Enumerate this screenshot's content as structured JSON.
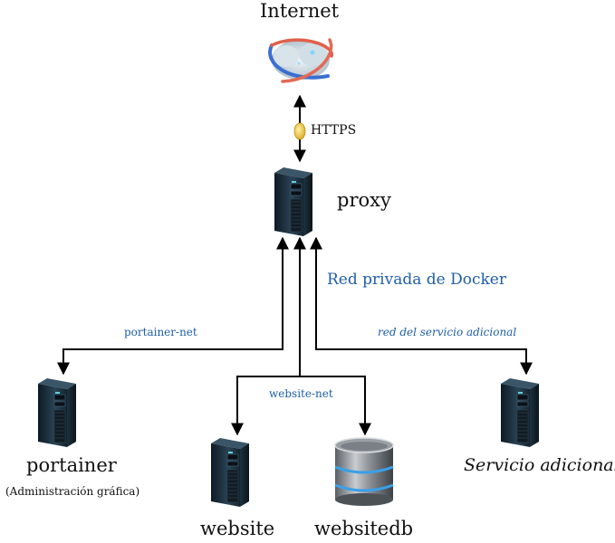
{
  "diagram": {
    "title_network": "Red privada de Docker",
    "colors": {
      "network_label": "#1f5ea8",
      "line": "#000000",
      "text": "#111111"
    },
    "nodes": {
      "internet": {
        "label": "Internet",
        "icon": "globe-cloud-icon"
      },
      "proxy": {
        "label": "proxy",
        "icon": "server-tower-icon"
      },
      "portainer": {
        "label": "portainer",
        "sublabel": "(Administración gráfica)",
        "icon": "server-tower-icon"
      },
      "website": {
        "label": "website",
        "icon": "server-tower-icon"
      },
      "websitedb": {
        "label": "websitedb",
        "icon": "database-icon"
      },
      "servicio": {
        "label": "Servicio adicional",
        "icon": "server-tower-icon"
      }
    },
    "edges": {
      "https": {
        "label": "HTTPS",
        "icon": "lock-icon",
        "from": "proxy",
        "to": "internet",
        "bidirectional": true
      },
      "portainer_net": {
        "label": "portainer-net",
        "from": "proxy",
        "to": "portainer"
      },
      "website_net": {
        "label": "website-net",
        "from": "proxy",
        "to": [
          "website",
          "websitedb"
        ]
      },
      "servicio_net": {
        "label": "red del servicio adicional",
        "from": "proxy",
        "to": "servicio"
      }
    }
  }
}
